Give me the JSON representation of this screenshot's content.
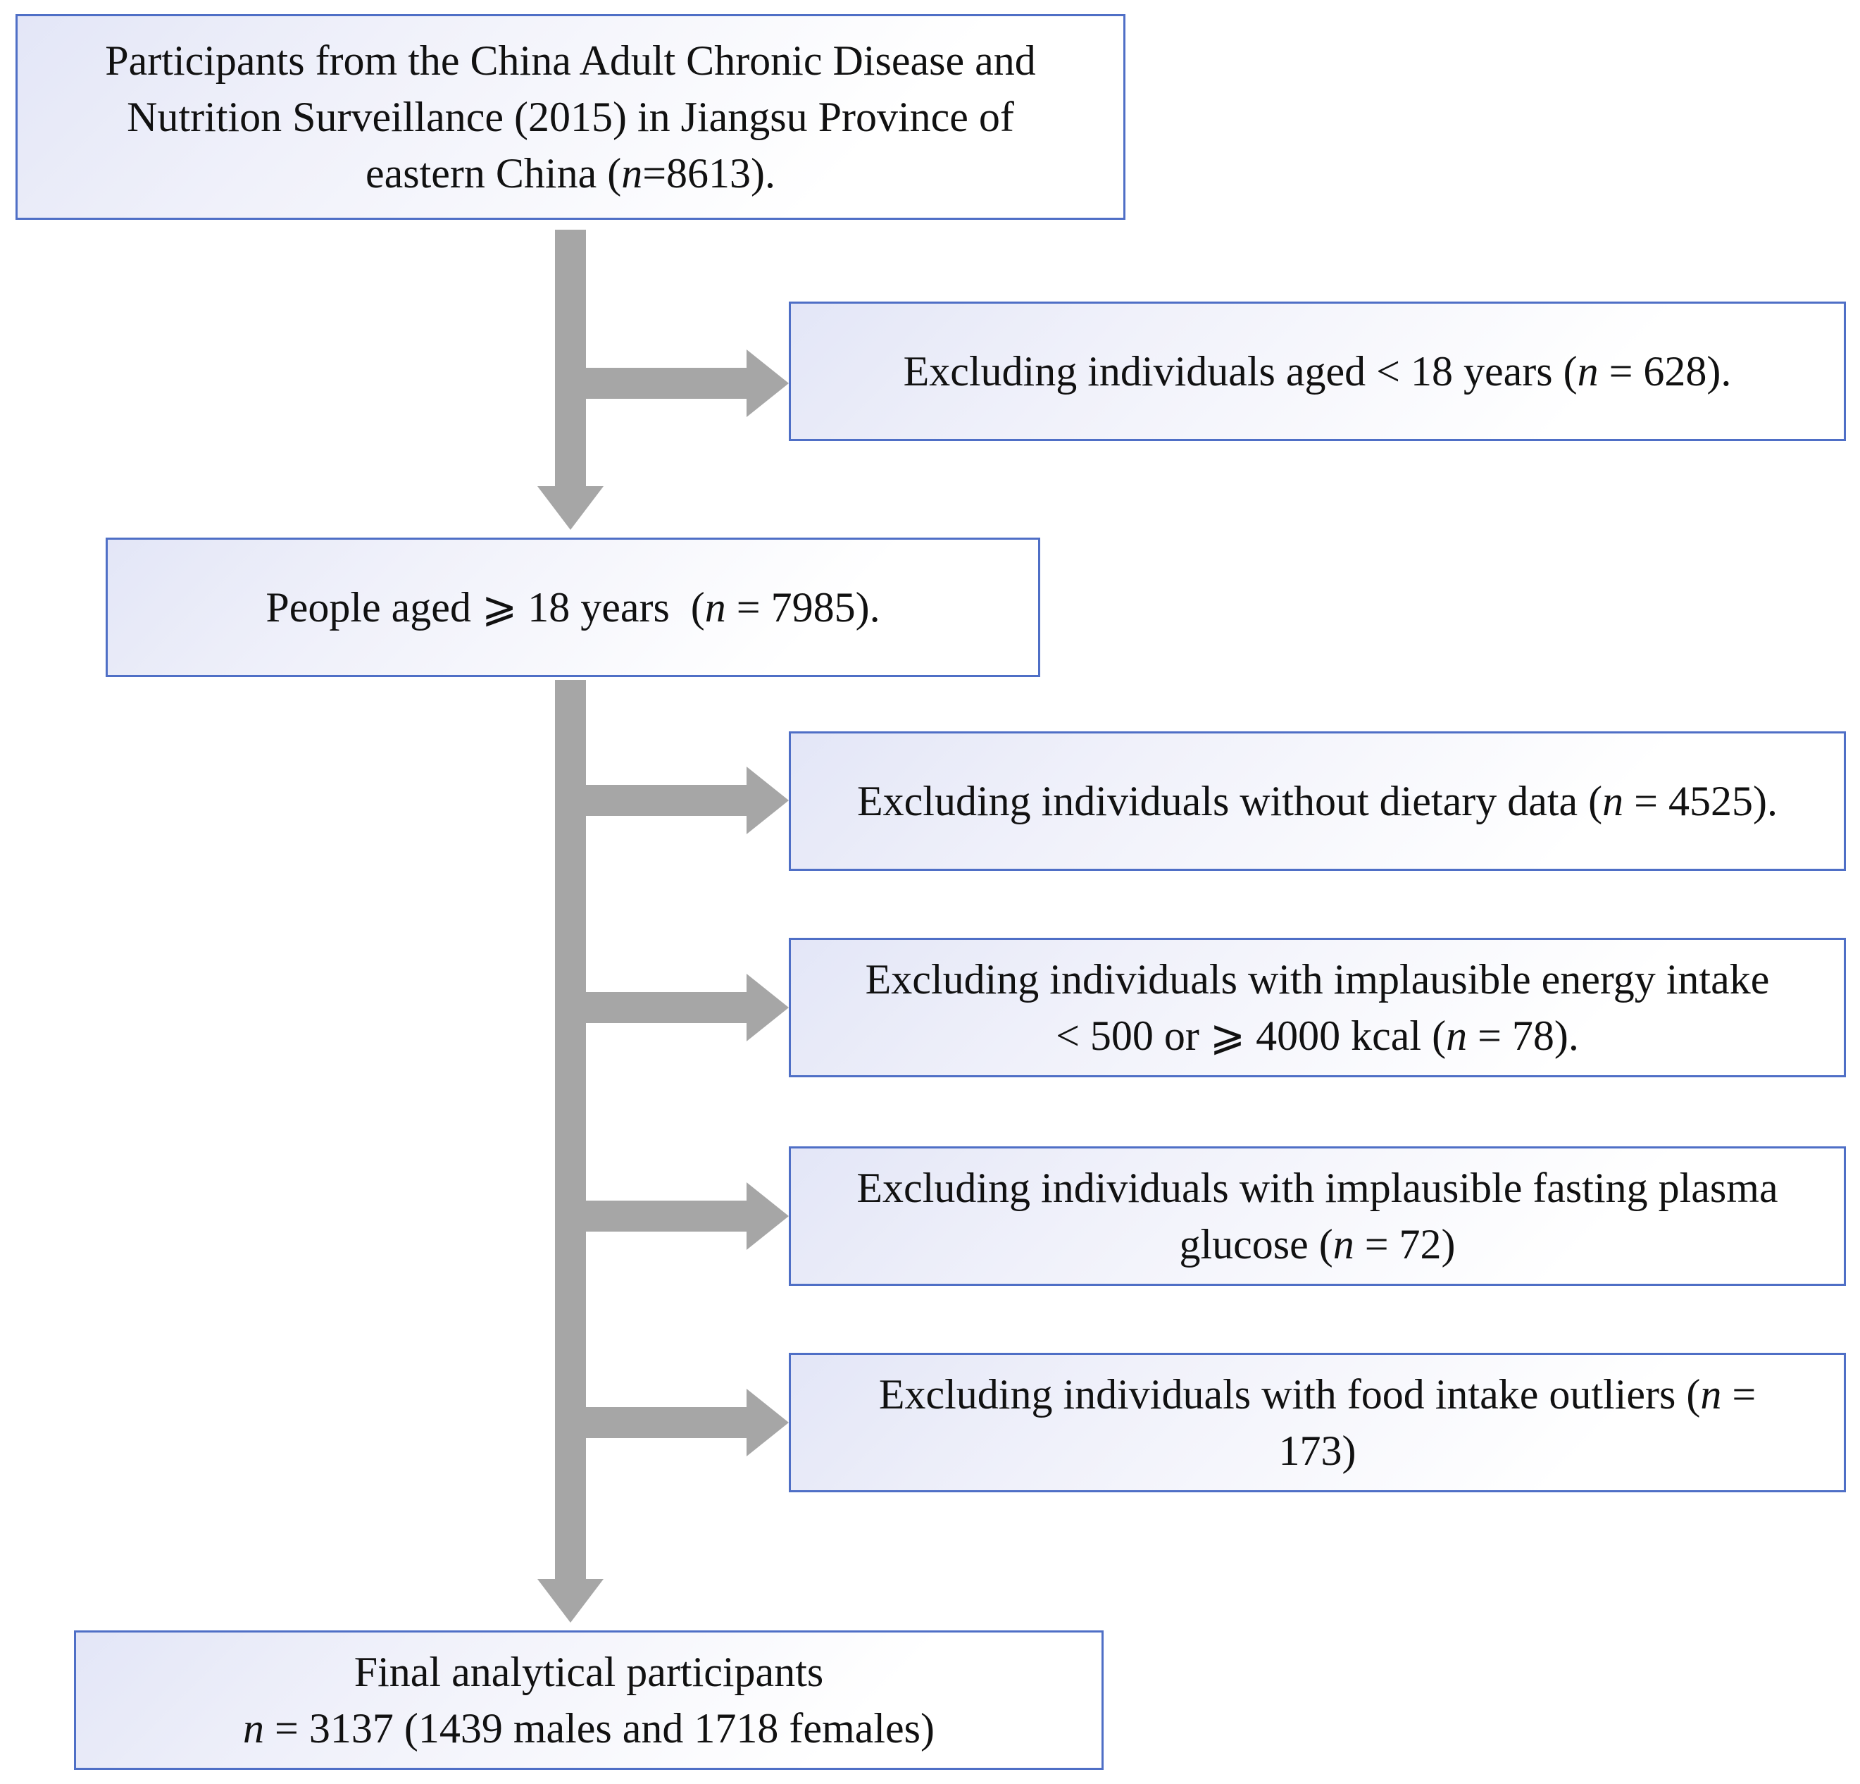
{
  "diagram": {
    "nodes": [
      {
        "id": "source",
        "lines": [
          [
            "Participants from the China Adult Chronic Disease and"
          ],
          [
            "Nutrition Surveillance (2015) in Jiangsu Province of"
          ],
          [
            "eastern China (",
            {
              "i": "n"
            },
            "=8613)."
          ]
        ]
      },
      {
        "id": "exclude-age",
        "lines": [
          [
            "Excluding individuals aged < 18 years (",
            {
              "i": "n"
            },
            " = 628)."
          ]
        ]
      },
      {
        "id": "adults",
        "lines": [
          [
            "People aged ⩾ 18 years  (",
            {
              "i": "n"
            },
            " = 7985)."
          ]
        ]
      },
      {
        "id": "exclude-dietary",
        "lines": [
          [
            "Excluding individuals without dietary data (",
            {
              "i": "n"
            },
            " = 4525)."
          ]
        ]
      },
      {
        "id": "exclude-energy",
        "lines": [
          [
            "Excluding individuals with implausible energy intake"
          ],
          [
            "< 500 or ⩾ 4000 kcal (",
            {
              "i": "n"
            },
            " = 78)."
          ]
        ]
      },
      {
        "id": "exclude-glucose",
        "lines": [
          [
            "Excluding individuals with implausible fasting plasma"
          ],
          [
            "glucose (",
            {
              "i": "n"
            },
            " = 72)"
          ]
        ]
      },
      {
        "id": "exclude-outliers",
        "lines": [
          [
            "Excluding individuals with food intake outliers (",
            {
              "i": "n"
            },
            " ="
          ],
          [
            "173)"
          ]
        ]
      },
      {
        "id": "final",
        "lines": [
          [
            "Final analytical participants"
          ],
          [
            {
              "i": "n"
            },
            " = 3137 (1439 males and 1718 females)"
          ]
        ]
      }
    ],
    "edges": [
      {
        "from": "source",
        "to": "adults"
      },
      {
        "from": "source",
        "to": "exclude-age"
      },
      {
        "from": "adults",
        "to": "final"
      },
      {
        "from": "adults",
        "to": "exclude-dietary"
      },
      {
        "from": "adults",
        "to": "exclude-energy"
      },
      {
        "from": "adults",
        "to": "exclude-glucose"
      },
      {
        "from": "adults",
        "to": "exclude-outliers"
      }
    ]
  }
}
